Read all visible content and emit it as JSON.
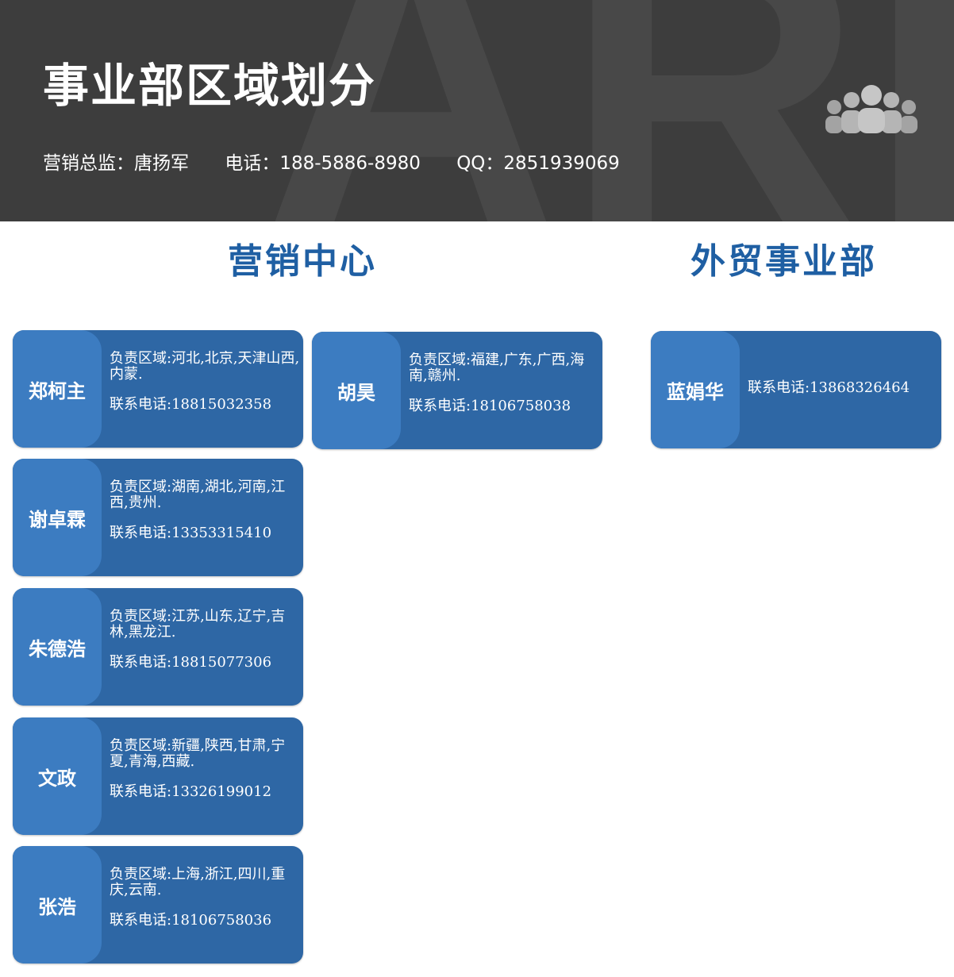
{
  "header": {
    "watermark": "AREA",
    "title": "事业部区域划分",
    "director": "营销总监：唐扬军",
    "phone": "电话：188-5886-8980",
    "qq": "QQ：2851939069",
    "icon": "people-group-icon"
  },
  "sections": {
    "marketing": "营销中心",
    "trade": "外贸事业部"
  },
  "marketing_cards": [
    {
      "name": "郑柯主",
      "region": "负责区域:河北,北京,天津山西,内蒙.",
      "phone": "联系电话:18815032358"
    },
    {
      "name": "胡昊",
      "region": "负责区域:福建,广东,广西,海南,赣州.",
      "phone": "联系电话:18106758038"
    },
    {
      "name": "谢卓霖",
      "region": "负责区域:湖南,湖北,河南,江西,贵州.",
      "phone": "联系电话:13353315410"
    },
    {
      "name": "朱德浩",
      "region": "负责区域:江苏,山东,辽宁,吉林,黑龙江.",
      "phone": "联系电话:18815077306"
    },
    {
      "name": "文政",
      "region": "负责区域:新疆,陕西,甘肃,宁夏,青海,西藏.",
      "phone": "联系电话:13326199012"
    },
    {
      "name": "张浩",
      "region": "负责区域:上海,浙江,四川,重庆,云南.",
      "phone": "联系电话:18106758036"
    }
  ],
  "trade_cards": [
    {
      "name": "蓝娟华",
      "phone": "联系电话:13868326464"
    }
  ],
  "colors": {
    "header_bg": "#3d3d3d",
    "card_bg": "#2e67a5",
    "name_panel": "#3c7cc1",
    "section_title": "#1f5fa3"
  }
}
